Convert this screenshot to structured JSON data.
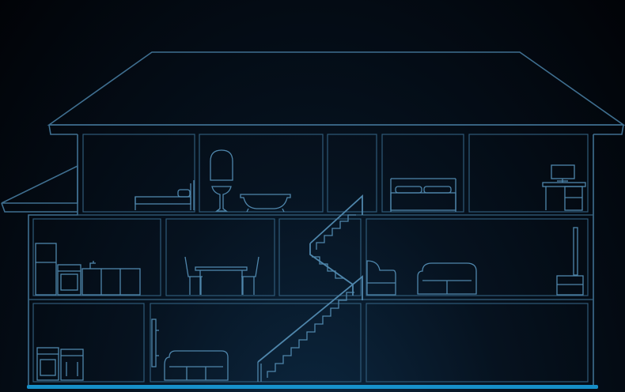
{
  "scene": {
    "palette": {
      "background_top": "#010307",
      "background_bottom": "#0d2a44",
      "outline": "#3f6f90",
      "furniture": "#4f86ab",
      "ground_glow": "#1aa6e6"
    },
    "rooms": {
      "upper_floor": [
        "bedroom-left",
        "bathroom",
        "closet",
        "bedroom-right",
        "office"
      ],
      "main_floor": [
        "kitchen",
        "dining-room",
        "stair-hall",
        "living-room"
      ],
      "lower_floor": [
        "laundry-room",
        "family-room",
        "basement-open-space"
      ]
    },
    "icons": [
      "bed-icon",
      "mirror-icon",
      "sink-icon",
      "bathtub-icon",
      "monitor-icon",
      "fridge-icon",
      "stove-icon",
      "dining-table-icon",
      "armchair-icon",
      "sofa-icon",
      "tv-icon",
      "washer-icon",
      "dryer-icon",
      "staircase-icon"
    ]
  }
}
